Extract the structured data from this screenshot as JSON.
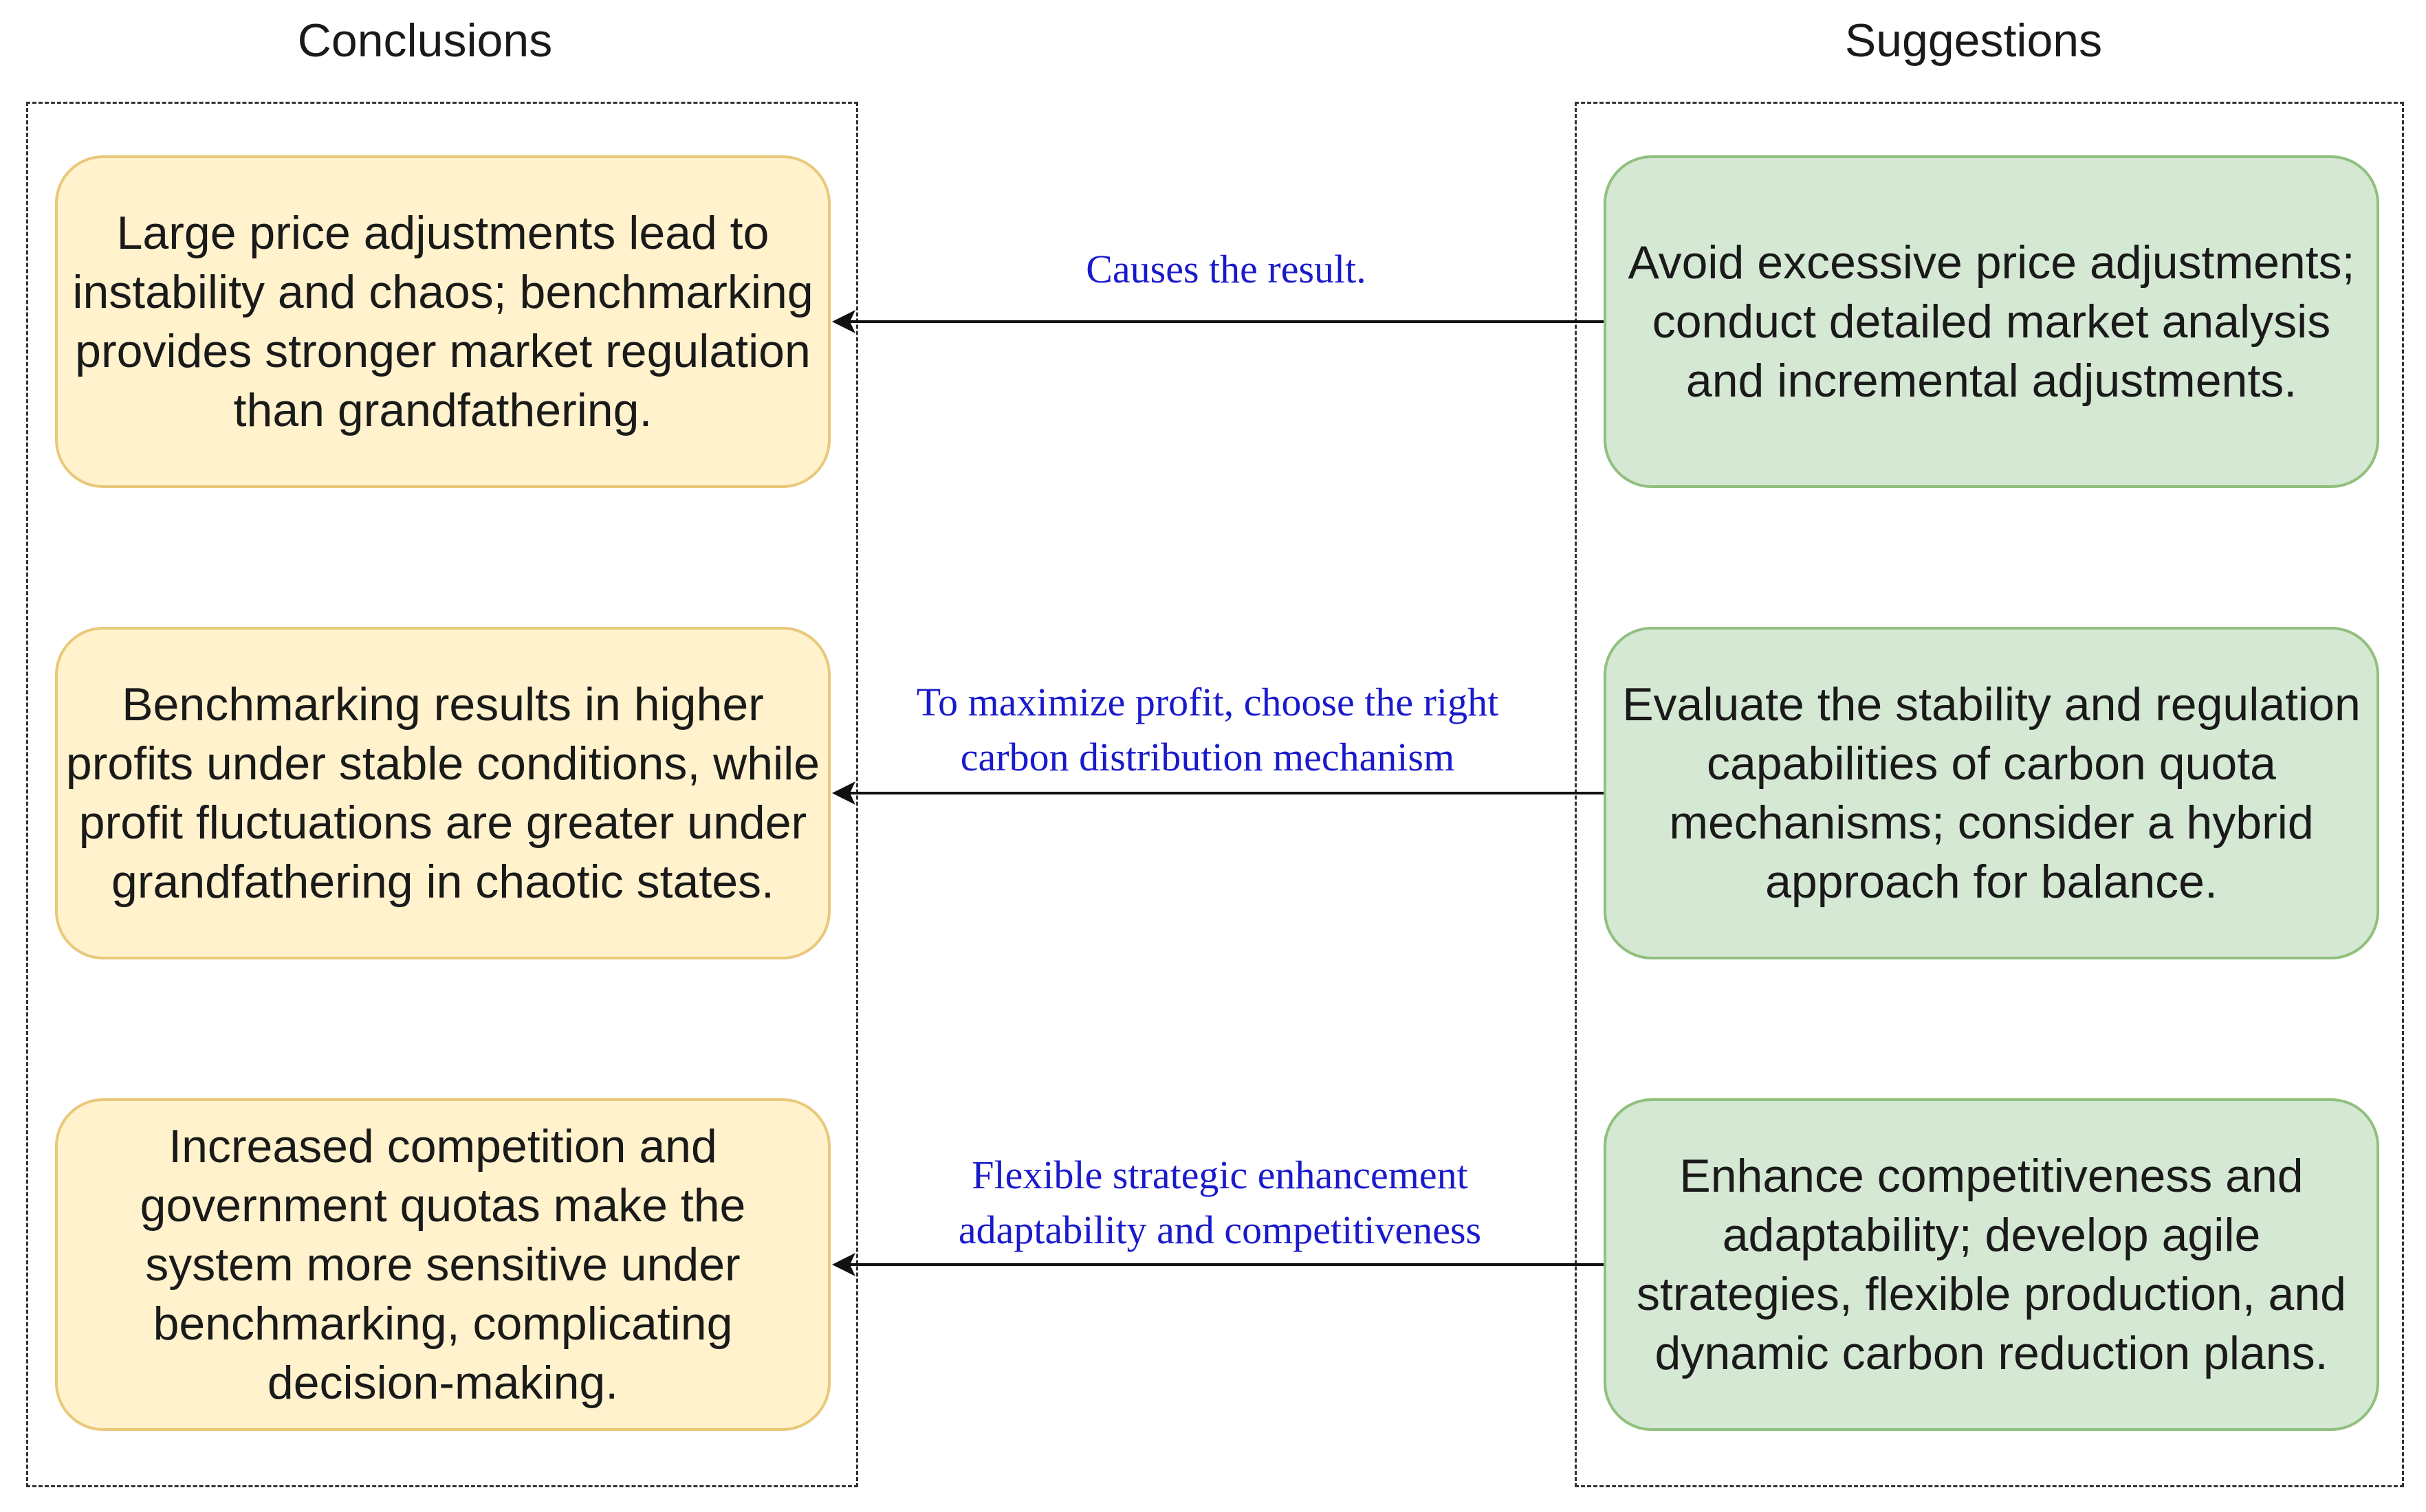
{
  "headers": {
    "conclusions": "Conclusions",
    "suggestions": "Suggestions"
  },
  "conclusions": [
    {
      "text": "Large price adjustments lead to instability and chaos; benchmarking provides stronger market regulation than grandfathering."
    },
    {
      "text": "Benchmarking results in higher profits under stable conditions, while profit fluctuations are greater under grandfathering in chaotic states."
    },
    {
      "text": "Increased competition and government quotas make the system more sensitive under benchmarking, complicating decision-making."
    }
  ],
  "suggestions": [
    {
      "text": "Avoid excessive price adjustments; conduct detailed market analysis and incremental adjustments."
    },
    {
      "text": "Evaluate the stability and regulation capabilities of carbon quota mechanisms; consider a hybrid approach for balance."
    },
    {
      "text": "Enhance competitiveness and adaptability; develop agile strategies, flexible production, and dynamic carbon reduction plans."
    }
  ],
  "arrows": [
    {
      "label": "Causes the result."
    },
    {
      "label": "To maximize profit, choose the right carbon distribution mechanism"
    },
    {
      "label": "Flexible strategic enhancement adaptability and competitiveness"
    }
  ],
  "colors": {
    "conclusion_fill": "#fff2cc",
    "conclusion_border": "#e9c87a",
    "suggestion_fill": "#d5e8d4",
    "suggestion_border": "#90c07e",
    "label_text": "#1a1acc",
    "arrow": "#111111"
  }
}
